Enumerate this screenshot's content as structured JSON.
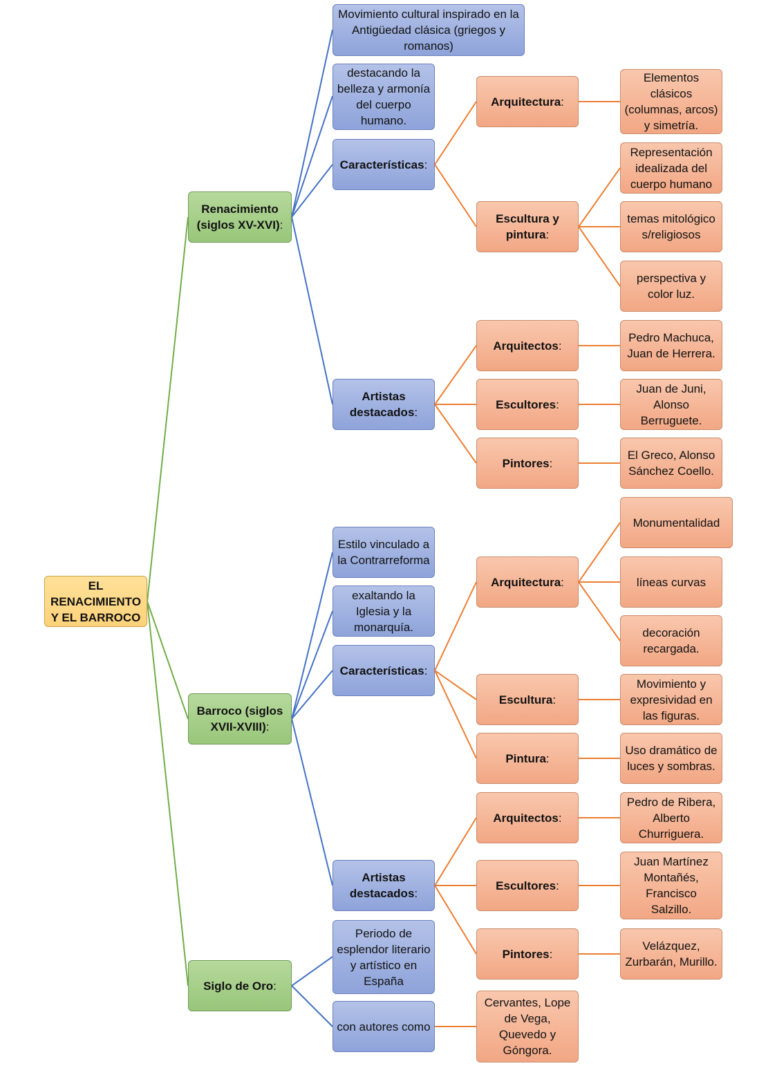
{
  "root": {
    "label": "EL RENACIMIENTO Y EL BARROCO"
  },
  "renacimiento": {
    "label": "Renacimiento (siglos XV-XVI)",
    "suffix": ":",
    "desc1": "Movimiento cultural inspirado en la Antigüedad clásica (griegos y romanos)",
    "desc2": "destacando la belleza y armonía del cuerpo humano.",
    "caracteristicas": {
      "label": "Características",
      "suffix": ":",
      "arquitectura": {
        "label": "Arquitectura",
        "suffix": ":",
        "detail": "Elementos clásicos (columnas, arcos) y simetría."
      },
      "escultura_pintura": {
        "label": "Escultura y pintura",
        "suffix": ":",
        "details": [
          "Representación idealizada del cuerpo humano",
          "temas mitológicos/religiosos",
          "perspectiva y color luz."
        ]
      }
    },
    "artistas": {
      "label": "Artistas destacados",
      "suffix": ":",
      "arquitectos": {
        "label": "Arquitectos",
        "suffix": ":",
        "names": "Pedro Machuca, Juan de Herrera."
      },
      "escultores": {
        "label": "Escultores",
        "suffix": ":",
        "names": "Juan de Juni, Alonso Berruguete."
      },
      "pintores": {
        "label": "Pintores",
        "suffix": ":",
        "names": "El Greco, Alonso Sánchez Coello."
      }
    }
  },
  "barroco": {
    "label": "Barroco (siglos XVII-XVIII)",
    "suffix": ":",
    "desc1": "Estilo vinculado a la Contrarreforma",
    "desc2": "exaltando la Iglesia y la monarquía.",
    "caracteristicas": {
      "label": "Características",
      "suffix": ":",
      "arquitectura": {
        "label": "Arquitectura",
        "suffix": ":",
        "details": [
          "Monumentalidad",
          "líneas curvas",
          "decoración recargada."
        ]
      },
      "escultura": {
        "label": "Escultura",
        "suffix": ":",
        "detail": "Movimiento y expresividad en las figuras."
      },
      "pintura": {
        "label": "Pintura",
        "suffix": ":",
        "detail": "Uso dramático de luces y sombras."
      }
    },
    "artistas": {
      "label": "Artistas destacados",
      "suffix": ":",
      "arquitectos": {
        "label": "Arquitectos",
        "suffix": ":",
        "names": "Pedro de Ribera, Alberto Churriguera."
      },
      "escultores": {
        "label": "Escultores",
        "suffix": ":",
        "names": "Juan Martínez Montañés, Francisco Salzillo."
      },
      "pintores": {
        "label": "Pintores",
        "suffix": ":",
        "names": "Velázquez, Zurbarán, Murillo."
      }
    }
  },
  "siglo_oro": {
    "label": "Siglo de Oro",
    "suffix": ":",
    "desc1": "Periodo de esplendor literario y artístico en España",
    "desc2": "con autores como",
    "authors": "Cervantes, Lope de Vega, Quevedo y Góngora."
  },
  "colors": {
    "root": "#fdd27a",
    "level1": "#98c67a",
    "level2": "#8ea3da",
    "level3": "#f2a784",
    "line_green": "#70ad47",
    "line_blue": "#4472c4",
    "line_orange": "#ed7d31"
  }
}
